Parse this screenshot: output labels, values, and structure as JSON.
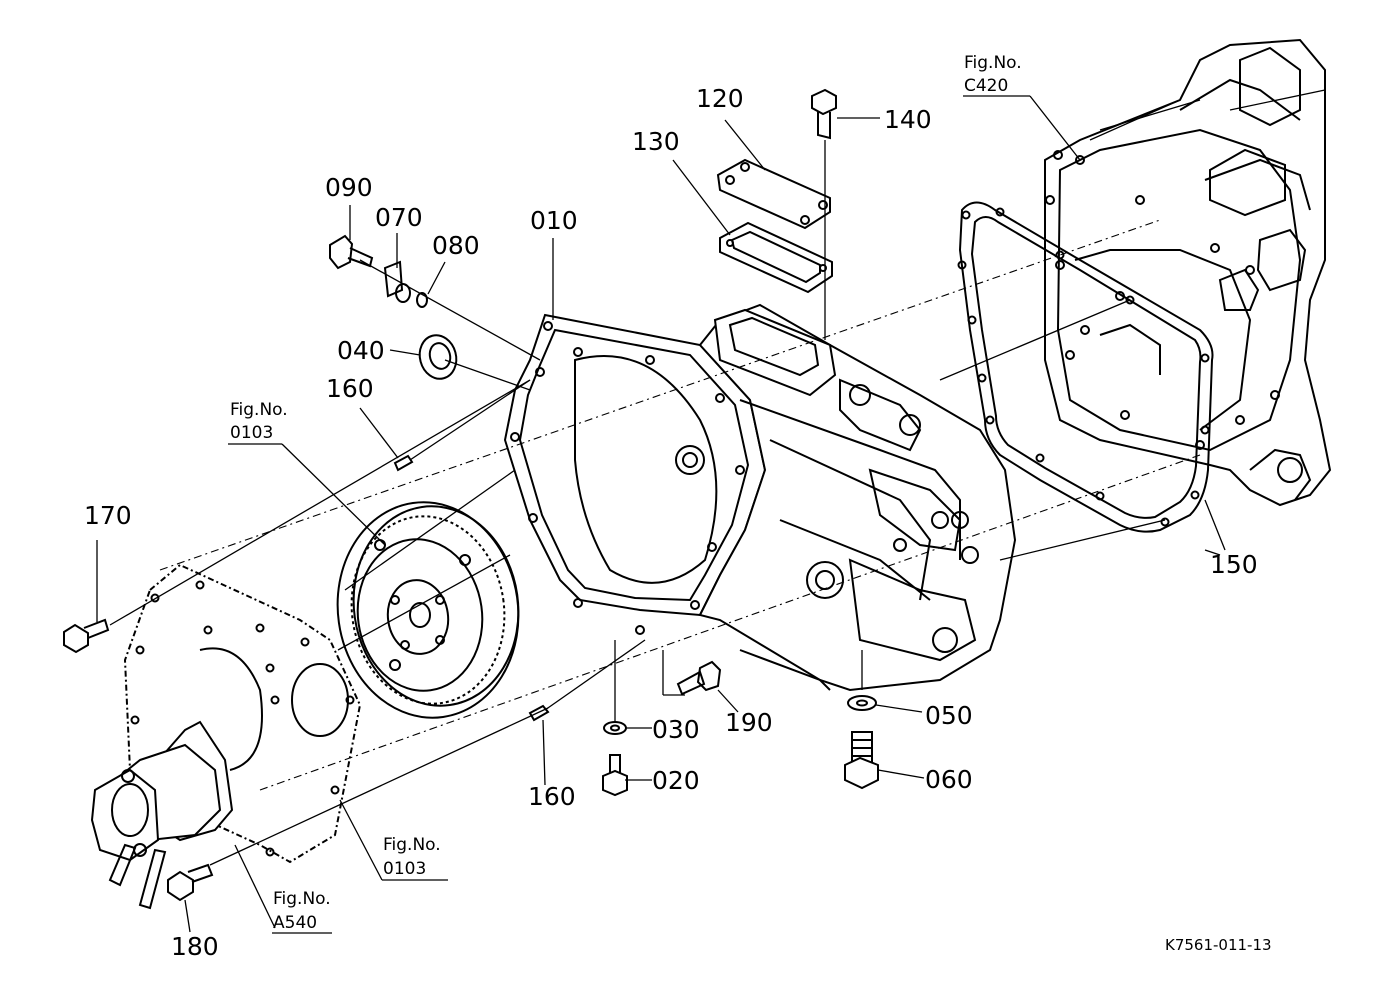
{
  "callouts": {
    "p010": "010",
    "p020": "020",
    "p030": "030",
    "p040": "040",
    "p050": "050",
    "p060": "060",
    "p070": "070",
    "p080": "080",
    "p090": "090",
    "p120": "120",
    "p130": "130",
    "p140": "140",
    "p150": "150",
    "p160a": "160",
    "p160b": "160",
    "p170": "170",
    "p180": "180",
    "p190": "190"
  },
  "figure_refs": {
    "c420": {
      "caption": "Fig.No.",
      "code": "C420"
    },
    "f0103_top": {
      "caption": "Fig.No.",
      "code": "0103"
    },
    "f0103_bottom": {
      "caption": "Fig.No.",
      "code": "0103"
    },
    "a540": {
      "caption": "Fig.No.",
      "code": "A540"
    }
  },
  "drawing_code": "K7561-011-13"
}
